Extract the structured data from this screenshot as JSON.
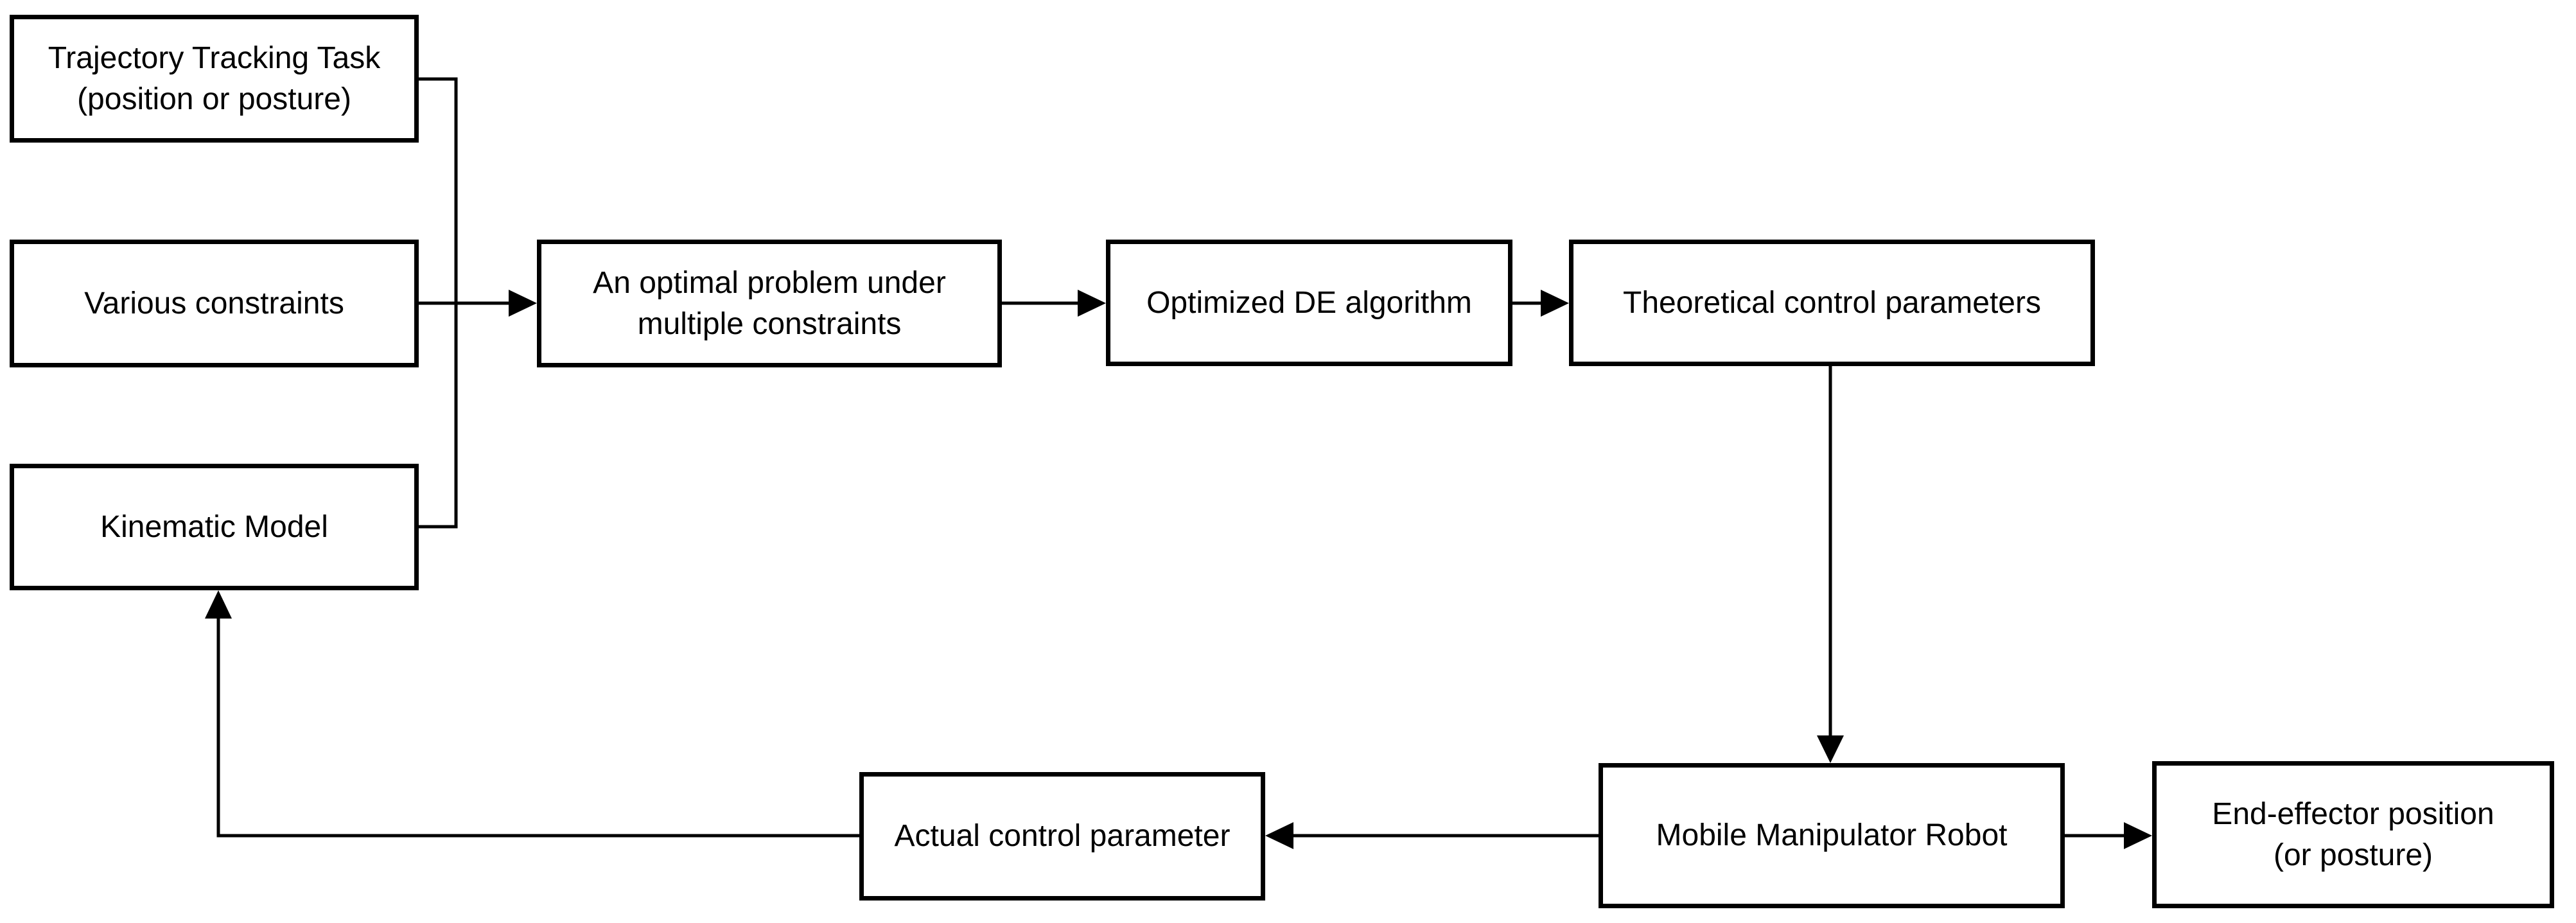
{
  "figure": {
    "type": "flowchart",
    "background_color": "#ffffff",
    "line_color": "#000000",
    "text_color": "#000000"
  },
  "nodes": {
    "trajectory_task": {
      "line1": "Trajectory Tracking Task",
      "line2": "(position or posture)"
    },
    "various_constraints": {
      "line1": "Various constraints"
    },
    "kinematic_model": {
      "line1": "Kinematic Model"
    },
    "optimal_problem": {
      "line1": "An optimal problem under",
      "line2": "multiple constraints"
    },
    "de_algorithm": {
      "line1": "Optimized DE algorithm"
    },
    "theoretical_params": {
      "line1": "Theoretical control parameters"
    },
    "mobile_robot": {
      "line1": "Mobile Manipulator Robot"
    },
    "end_effector": {
      "line1": "End-effector position",
      "line2": "(or posture)"
    },
    "actual_param": {
      "line1": "Actual control parameter"
    }
  },
  "edges": [
    {
      "from": "Trajectory Tracking Task (position or posture)",
      "to": "An optimal problem under multiple constraints",
      "arrow": true
    },
    {
      "from": "Various constraints",
      "to": "An optimal problem under multiple constraints",
      "arrow": true
    },
    {
      "from": "Kinematic Model",
      "to": "An optimal problem under multiple constraints",
      "arrow": true
    },
    {
      "from": "An optimal problem under multiple constraints",
      "to": "Optimized DE algorithm",
      "arrow": true
    },
    {
      "from": "Optimized DE algorithm",
      "to": "Theoretical control parameters",
      "arrow": true
    },
    {
      "from": "Theoretical control parameters",
      "to": "Mobile Manipulator Robot",
      "arrow": true
    },
    {
      "from": "Mobile Manipulator Robot",
      "to": "End-effector position (or posture)",
      "arrow": true
    },
    {
      "from": "Mobile Manipulator Robot",
      "to": "Actual control parameter",
      "arrow": true
    },
    {
      "from": "Actual control parameter",
      "to": "Kinematic Model",
      "arrow": true
    }
  ]
}
